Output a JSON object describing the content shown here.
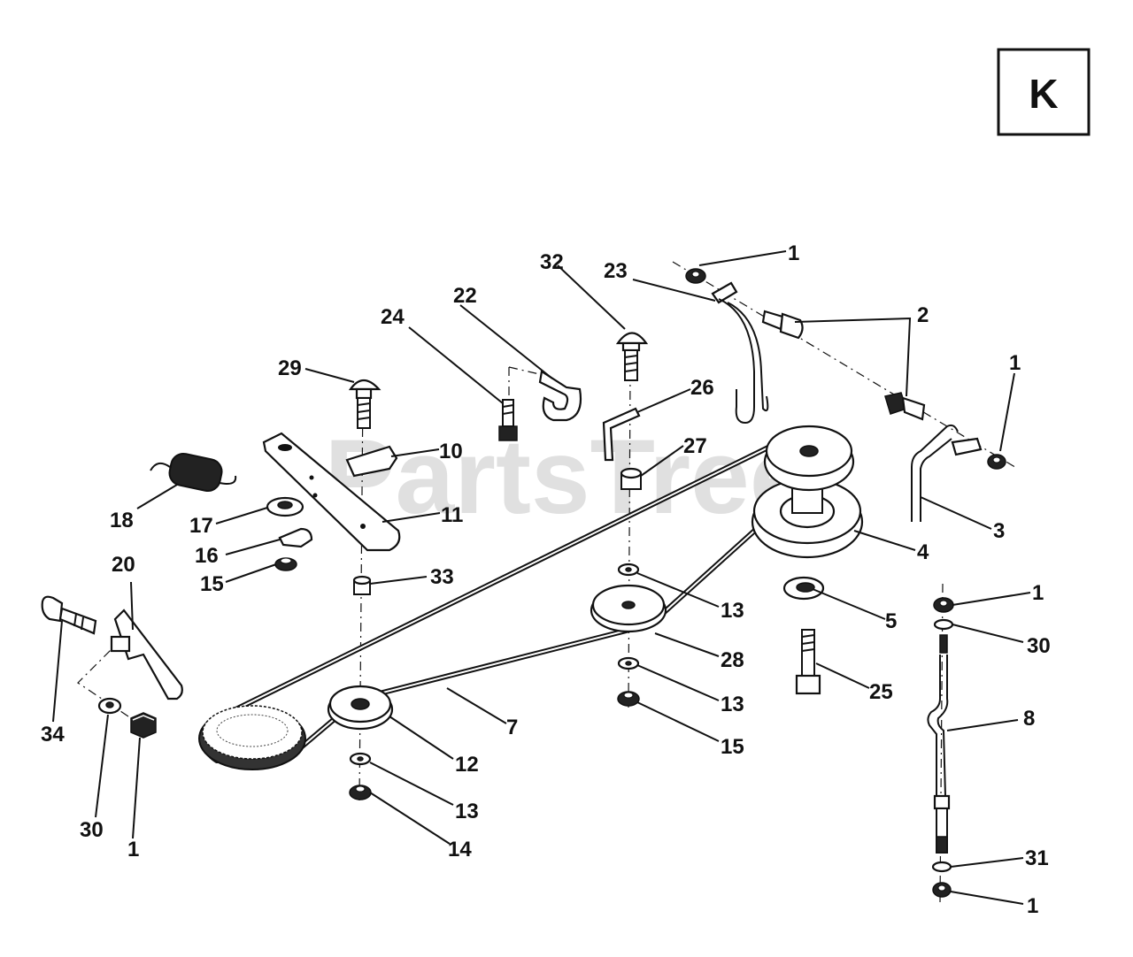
{
  "page": {
    "view_letter": "K",
    "watermark": "PartsTree"
  },
  "callouts": [
    {
      "id": "c1a",
      "text": "1"
    },
    {
      "id": "c1b",
      "text": "1"
    },
    {
      "id": "c1c",
      "text": "1"
    },
    {
      "id": "c1d",
      "text": "1"
    },
    {
      "id": "c1e",
      "text": "1"
    },
    {
      "id": "c2",
      "text": "2"
    },
    {
      "id": "c3",
      "text": "3"
    },
    {
      "id": "c4",
      "text": "4"
    },
    {
      "id": "c5",
      "text": "5"
    },
    {
      "id": "c7",
      "text": "7"
    },
    {
      "id": "c8",
      "text": "8"
    },
    {
      "id": "c10",
      "text": "10"
    },
    {
      "id": "c11",
      "text": "11"
    },
    {
      "id": "c12",
      "text": "12"
    },
    {
      "id": "c13a",
      "text": "13"
    },
    {
      "id": "c13b",
      "text": "13"
    },
    {
      "id": "c13c",
      "text": "13"
    },
    {
      "id": "c14",
      "text": "14"
    },
    {
      "id": "c15a",
      "text": "15"
    },
    {
      "id": "c15b",
      "text": "15"
    },
    {
      "id": "c16",
      "text": "16"
    },
    {
      "id": "c17",
      "text": "17"
    },
    {
      "id": "c18",
      "text": "18"
    },
    {
      "id": "c20",
      "text": "20"
    },
    {
      "id": "c22",
      "text": "22"
    },
    {
      "id": "c23",
      "text": "23"
    },
    {
      "id": "c24",
      "text": "24"
    },
    {
      "id": "c25",
      "text": "25"
    },
    {
      "id": "c26",
      "text": "26"
    },
    {
      "id": "c27",
      "text": "27"
    },
    {
      "id": "c28",
      "text": "28"
    },
    {
      "id": "c29",
      "text": "29"
    },
    {
      "id": "c30a",
      "text": "30"
    },
    {
      "id": "c30b",
      "text": "30"
    },
    {
      "id": "c31",
      "text": "31"
    },
    {
      "id": "c32",
      "text": "32"
    },
    {
      "id": "c33",
      "text": "33"
    },
    {
      "id": "c34",
      "text": "34"
    }
  ]
}
